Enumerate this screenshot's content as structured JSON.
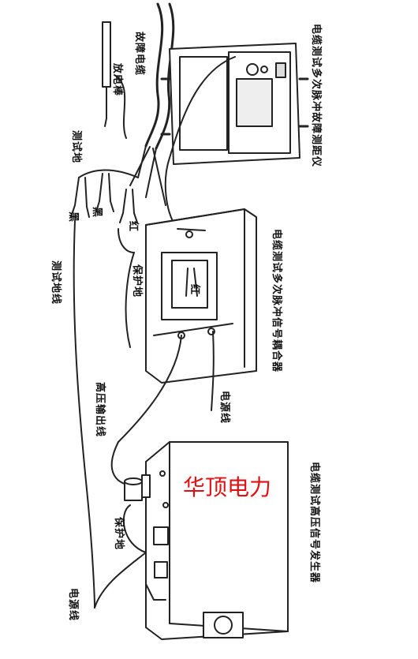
{
  "labels": {
    "discharge_rod": "放电棒",
    "faulty_cable": "故障电缆",
    "test_ground_top": "测试地",
    "black1": "黑",
    "black2": "黑",
    "red_clip": "红",
    "instrument": "电缆测试多次脉冲故障测距仪",
    "test_ground_wire": "测试地线",
    "protect_ground_coupler": "保护地",
    "red_inner": "红",
    "coupler": "电缆测试多次脉冲信号耦合器",
    "power_line_coupler": "电源线",
    "hv_output": "高压输出线",
    "protect_ground_gen": "保护地",
    "generator": "电缆测试高压信号发生器",
    "power_line_gen": "电源线",
    "brand": "华顶电力"
  }
}
